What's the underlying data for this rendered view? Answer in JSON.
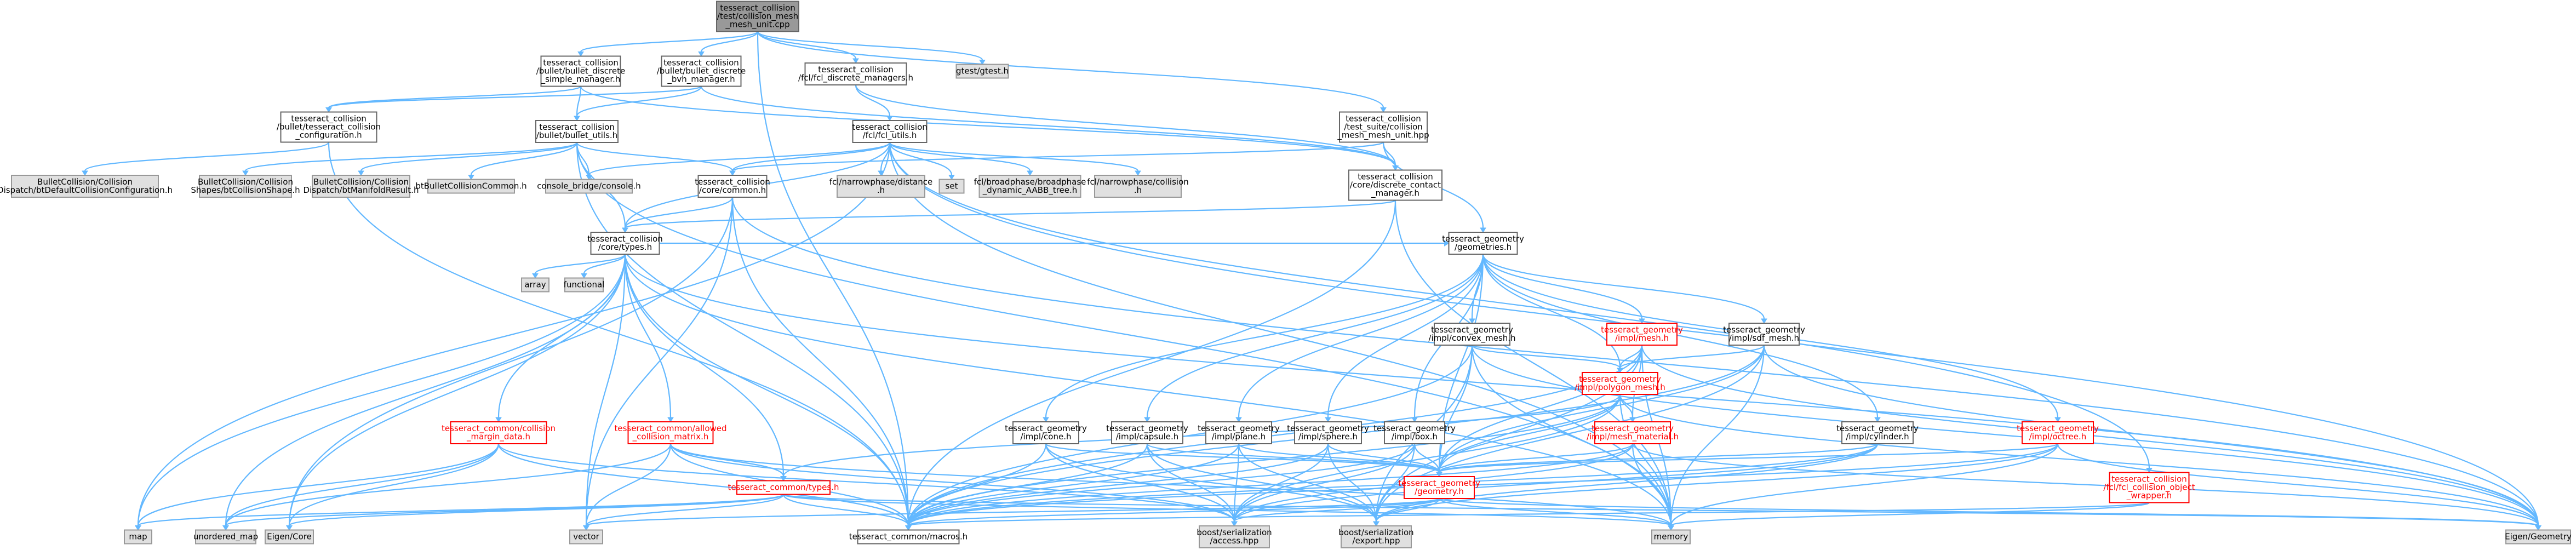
{
  "graph_kind": "doxygen include dependency graph",
  "colors": {
    "edge": "#63b8ff",
    "node_border": "#666666",
    "grey_fill": "#e0e0e0",
    "root_fill": "#999999",
    "incomplete": "#ff0000"
  },
  "nodes": [
    {
      "id": "root",
      "lines": [
        "tesseract_collision",
        "/test/collision_mesh",
        "_mesh_unit.cpp"
      ],
      "style": "root"
    },
    {
      "id": "bullet_simple",
      "lines": [
        "tesseract_collision",
        "/bullet/bullet_discrete",
        "_simple_manager.h"
      ],
      "style": "white"
    },
    {
      "id": "bullet_bvh",
      "lines": [
        "tesseract_collision",
        "/bullet/bullet_discrete",
        "_bvh_manager.h"
      ],
      "style": "white"
    },
    {
      "id": "fcl_managers",
      "lines": [
        "tesseract_collision",
        "/fcl/fcl_discrete_managers.h"
      ],
      "style": "white"
    },
    {
      "id": "gtest",
      "lines": [
        "gtest/gtest.h"
      ],
      "style": "grey"
    },
    {
      "id": "tesseract_config",
      "lines": [
        "tesseract_collision",
        "/bullet/tesseract_collision",
        "_configuration.h"
      ],
      "style": "white"
    },
    {
      "id": "bullet_utils",
      "lines": [
        "tesseract_collision",
        "/bullet/bullet_utils.h"
      ],
      "style": "white"
    },
    {
      "id": "fcl_utils",
      "lines": [
        "tesseract_collision",
        "/fcl/fcl_utils.h"
      ],
      "style": "white"
    },
    {
      "id": "test_suite",
      "lines": [
        "tesseract_collision",
        "/test_suite/collision",
        "_mesh_mesh_unit.hpp"
      ],
      "style": "white"
    },
    {
      "id": "bt_default",
      "lines": [
        "BulletCollision/Collision",
        "Dispatch/btDefaultCollisionConfiguration.h"
      ],
      "style": "grey"
    },
    {
      "id": "bt_shape",
      "lines": [
        "BulletCollision/Collision",
        "Shapes/btCollisionShape.h"
      ],
      "style": "grey"
    },
    {
      "id": "bt_manifold",
      "lines": [
        "BulletCollision/Collision",
        "Dispatch/btManifoldResult.h"
      ],
      "style": "grey"
    },
    {
      "id": "bt_common",
      "lines": [
        "btBulletCollisionCommon.h"
      ],
      "style": "grey"
    },
    {
      "id": "console_bridge",
      "lines": [
        "console_bridge/console.h"
      ],
      "style": "grey"
    },
    {
      "id": "core_common",
      "lines": [
        "tesseract_collision",
        "/core/common.h"
      ],
      "style": "white"
    },
    {
      "id": "fcl_distance",
      "lines": [
        "fcl/narrowphase/distance",
        ".h"
      ],
      "style": "grey"
    },
    {
      "id": "set",
      "lines": [
        "set"
      ],
      "style": "grey"
    },
    {
      "id": "fcl_broadphase",
      "lines": [
        "fcl/broadphase/broadphase",
        "_dynamic_AABB_tree.h"
      ],
      "style": "grey"
    },
    {
      "id": "fcl_collision",
      "lines": [
        "fcl/narrowphase/collision",
        ".h"
      ],
      "style": "grey"
    },
    {
      "id": "discrete_contact",
      "lines": [
        "tesseract_collision",
        "/core/discrete_contact",
        "_manager.h"
      ],
      "style": "white"
    },
    {
      "id": "core_types",
      "lines": [
        "tesseract_collision",
        "/core/types.h"
      ],
      "style": "white"
    },
    {
      "id": "array",
      "lines": [
        "array"
      ],
      "style": "grey"
    },
    {
      "id": "functional",
      "lines": [
        "functional"
      ],
      "style": "grey"
    },
    {
      "id": "geometries",
      "lines": [
        "tesseract_geometry",
        "/geometries.h"
      ],
      "style": "white"
    },
    {
      "id": "convex_mesh",
      "lines": [
        "tesseract_geometry",
        "/impl/convex_mesh.h"
      ],
      "style": "white"
    },
    {
      "id": "mesh",
      "lines": [
        "tesseract_geometry",
        "/impl/mesh.h"
      ],
      "style": "red"
    },
    {
      "id": "sdf_mesh",
      "lines": [
        "tesseract_geometry",
        "/impl/sdf_mesh.h"
      ],
      "style": "white"
    },
    {
      "id": "polygon_mesh",
      "lines": [
        "tesseract_geometry",
        "/impl/polygon_mesh.h"
      ],
      "style": "red"
    },
    {
      "id": "margin_data",
      "lines": [
        "tesseract_common/collision",
        "_margin_data.h"
      ],
      "style": "red"
    },
    {
      "id": "allowed_matrix",
      "lines": [
        "tesseract_common/allowed",
        "_collision_matrix.h"
      ],
      "style": "red"
    },
    {
      "id": "cone",
      "lines": [
        "tesseract_geometry",
        "/impl/cone.h"
      ],
      "style": "white"
    },
    {
      "id": "capsule",
      "lines": [
        "tesseract_geometry",
        "/impl/capsule.h"
      ],
      "style": "white"
    },
    {
      "id": "plane",
      "lines": [
        "tesseract_geometry",
        "/impl/plane.h"
      ],
      "style": "white"
    },
    {
      "id": "sphere",
      "lines": [
        "tesseract_geometry",
        "/impl/sphere.h"
      ],
      "style": "white"
    },
    {
      "id": "box",
      "lines": [
        "tesseract_geometry",
        "/impl/box.h"
      ],
      "style": "white"
    },
    {
      "id": "mesh_material",
      "lines": [
        "tesseract_geometry",
        "/impl/mesh_material.h"
      ],
      "style": "red"
    },
    {
      "id": "cylinder",
      "lines": [
        "tesseract_geometry",
        "/impl/cylinder.h"
      ],
      "style": "white"
    },
    {
      "id": "octree",
      "lines": [
        "tesseract_geometry",
        "/impl/octree.h"
      ],
      "style": "red"
    },
    {
      "id": "common_types",
      "lines": [
        "tesseract_common/types.h"
      ],
      "style": "red"
    },
    {
      "id": "geometry_h",
      "lines": [
        "tesseract_geometry",
        "/geometry.h"
      ],
      "style": "red"
    },
    {
      "id": "fcl_wrapper",
      "lines": [
        "tesseract_collision",
        "/fcl/fcl_collision_object",
        "_wrapper.h"
      ],
      "style": "red"
    },
    {
      "id": "map",
      "lines": [
        "map"
      ],
      "style": "grey"
    },
    {
      "id": "unordered_map",
      "lines": [
        "unordered_map"
      ],
      "style": "grey"
    },
    {
      "id": "eigen_core",
      "lines": [
        "Eigen/Core"
      ],
      "style": "grey"
    },
    {
      "id": "vector",
      "lines": [
        "vector"
      ],
      "style": "grey"
    },
    {
      "id": "macros",
      "lines": [
        "tesseract_common/macros.h"
      ],
      "style": "white"
    },
    {
      "id": "boost_access",
      "lines": [
        "boost/serialization",
        "/access.hpp"
      ],
      "style": "grey"
    },
    {
      "id": "boost_export",
      "lines": [
        "boost/serialization",
        "/export.hpp"
      ],
      "style": "grey"
    },
    {
      "id": "memory",
      "lines": [
        "memory"
      ],
      "style": "grey"
    },
    {
      "id": "eigen_geometry",
      "lines": [
        "Eigen/Geometry"
      ],
      "style": "grey"
    }
  ],
  "edges": [
    [
      "root",
      "bullet_simple"
    ],
    [
      "root",
      "bullet_bvh"
    ],
    [
      "root",
      "fcl_managers"
    ],
    [
      "root",
      "gtest"
    ],
    [
      "root",
      "test_suite"
    ],
    [
      "root",
      "macros"
    ],
    [
      "bullet_simple",
      "tesseract_config"
    ],
    [
      "bullet_simple",
      "bullet_utils"
    ],
    [
      "bullet_simple",
      "discrete_contact"
    ],
    [
      "bullet_bvh",
      "tesseract_config"
    ],
    [
      "bullet_bvh",
      "bullet_utils"
    ],
    [
      "bullet_bvh",
      "discrete_contact"
    ],
    [
      "fcl_managers",
      "fcl_utils"
    ],
    [
      "fcl_managers",
      "discrete_contact"
    ],
    [
      "tesseract_config",
      "bt_default"
    ],
    [
      "tesseract_config",
      "macros"
    ],
    [
      "bullet_utils",
      "bt_shape"
    ],
    [
      "bullet_utils",
      "bt_manifold"
    ],
    [
      "bullet_utils",
      "bt_common"
    ],
    [
      "bullet_utils",
      "console_bridge"
    ],
    [
      "bullet_utils",
      "core_common"
    ],
    [
      "bullet_utils",
      "core_types"
    ],
    [
      "bullet_utils",
      "macros"
    ],
    [
      "bullet_utils",
      "memory"
    ],
    [
      "fcl_utils",
      "console_bridge"
    ],
    [
      "fcl_utils",
      "core_common"
    ],
    [
      "fcl_utils",
      "fcl_distance"
    ],
    [
      "fcl_utils",
      "set"
    ],
    [
      "fcl_utils",
      "fcl_broadphase"
    ],
    [
      "fcl_utils",
      "fcl_collision"
    ],
    [
      "fcl_utils",
      "core_types"
    ],
    [
      "fcl_utils",
      "fcl_wrapper"
    ],
    [
      "fcl_utils",
      "memory"
    ],
    [
      "fcl_utils",
      "eigen_geometry"
    ],
    [
      "fcl_utils",
      "map"
    ],
    [
      "test_suite",
      "discrete_contact"
    ],
    [
      "test_suite",
      "geometries"
    ],
    [
      "test_suite",
      "core_common"
    ],
    [
      "core_common",
      "core_types"
    ],
    [
      "core_common",
      "macros"
    ],
    [
      "core_common",
      "eigen_core"
    ],
    [
      "core_common",
      "vector"
    ],
    [
      "core_common",
      "eigen_geometry"
    ],
    [
      "discrete_contact",
      "core_types"
    ],
    [
      "discrete_contact",
      "memory"
    ],
    [
      "discrete_contact",
      "macros"
    ],
    [
      "core_types",
      "array"
    ],
    [
      "core_types",
      "functional"
    ],
    [
      "core_types",
      "geometries"
    ],
    [
      "core_types",
      "margin_data"
    ],
    [
      "core_types",
      "allowed_matrix"
    ],
    [
      "core_types",
      "common_types"
    ],
    [
      "core_types",
      "map"
    ],
    [
      "core_types",
      "unordered_map"
    ],
    [
      "core_types",
      "eigen_core"
    ],
    [
      "core_types",
      "vector"
    ],
    [
      "core_types",
      "macros"
    ],
    [
      "core_types",
      "eigen_geometry"
    ],
    [
      "core_types",
      "memory"
    ],
    [
      "geometries",
      "convex_mesh"
    ],
    [
      "geometries",
      "mesh"
    ],
    [
      "geometries",
      "sdf_mesh"
    ],
    [
      "geometries",
      "polygon_mesh"
    ],
    [
      "geometries",
      "cone"
    ],
    [
      "geometries",
      "capsule"
    ],
    [
      "geometries",
      "plane"
    ],
    [
      "geometries",
      "sphere"
    ],
    [
      "geometries",
      "box"
    ],
    [
      "geometries",
      "cylinder"
    ],
    [
      "geometries",
      "octree"
    ],
    [
      "geometries",
      "geometry_h"
    ],
    [
      "convex_mesh",
      "polygon_mesh"
    ],
    [
      "convex_mesh",
      "geometry_h"
    ],
    [
      "convex_mesh",
      "macros"
    ],
    [
      "convex_mesh",
      "boost_export"
    ],
    [
      "convex_mesh",
      "memory"
    ],
    [
      "convex_mesh",
      "eigen_geometry"
    ],
    [
      "mesh",
      "polygon_mesh"
    ],
    [
      "mesh",
      "mesh_material"
    ],
    [
      "mesh",
      "geometry_h"
    ],
    [
      "mesh",
      "macros"
    ],
    [
      "mesh",
      "boost_export"
    ],
    [
      "mesh",
      "memory"
    ],
    [
      "mesh",
      "eigen_geometry"
    ],
    [
      "sdf_mesh",
      "polygon_mesh"
    ],
    [
      "sdf_mesh",
      "geometry_h"
    ],
    [
      "sdf_mesh",
      "macros"
    ],
    [
      "sdf_mesh",
      "boost_export"
    ],
    [
      "sdf_mesh",
      "memory"
    ],
    [
      "sdf_mesh",
      "eigen_geometry"
    ],
    [
      "polygon_mesh",
      "mesh_material"
    ],
    [
      "polygon_mesh",
      "geometry_h"
    ],
    [
      "polygon_mesh",
      "common_types"
    ],
    [
      "polygon_mesh",
      "macros"
    ],
    [
      "polygon_mesh",
      "boost_access"
    ],
    [
      "polygon_mesh",
      "memory"
    ],
    [
      "polygon_mesh",
      "eigen_geometry"
    ],
    [
      "mesh_material",
      "geometry_h"
    ],
    [
      "mesh_material",
      "macros"
    ],
    [
      "mesh_material",
      "boost_access"
    ],
    [
      "mesh_material",
      "memory"
    ],
    [
      "mesh_material",
      "eigen_geometry"
    ],
    [
      "margin_data",
      "macros"
    ],
    [
      "margin_data",
      "boost_access"
    ],
    [
      "margin_data",
      "unordered_map"
    ],
    [
      "margin_data",
      "eigen_core"
    ],
    [
      "margin_data",
      "map"
    ],
    [
      "allowed_matrix",
      "common_types"
    ],
    [
      "allowed_matrix",
      "macros"
    ],
    [
      "allowed_matrix",
      "boost_access"
    ],
    [
      "allowed_matrix",
      "vector"
    ],
    [
      "allowed_matrix",
      "memory"
    ],
    [
      "allowed_matrix",
      "unordered_map"
    ],
    [
      "cone",
      "geometry_h"
    ],
    [
      "cone",
      "macros"
    ],
    [
      "cone",
      "boost_access"
    ],
    [
      "cone",
      "boost_export"
    ],
    [
      "capsule",
      "geometry_h"
    ],
    [
      "capsule",
      "macros"
    ],
    [
      "capsule",
      "boost_access"
    ],
    [
      "capsule",
      "boost_export"
    ],
    [
      "plane",
      "geometry_h"
    ],
    [
      "plane",
      "macros"
    ],
    [
      "plane",
      "boost_access"
    ],
    [
      "plane",
      "boost_export"
    ],
    [
      "sphere",
      "geometry_h"
    ],
    [
      "sphere",
      "macros"
    ],
    [
      "sphere",
      "boost_access"
    ],
    [
      "sphere",
      "boost_export"
    ],
    [
      "box",
      "geometry_h"
    ],
    [
      "box",
      "macros"
    ],
    [
      "box",
      "boost_access"
    ],
    [
      "box",
      "boost_export"
    ],
    [
      "cylinder",
      "geometry_h"
    ],
    [
      "cylinder",
      "macros"
    ],
    [
      "cylinder",
      "boost_access"
    ],
    [
      "cylinder",
      "boost_export"
    ],
    [
      "octree",
      "geometry_h"
    ],
    [
      "octree",
      "macros"
    ],
    [
      "octree",
      "boost_export"
    ],
    [
      "octree",
      "memory"
    ],
    [
      "octree",
      "eigen_geometry"
    ],
    [
      "geometry_h",
      "macros"
    ],
    [
      "geometry_h",
      "boost_access"
    ],
    [
      "geometry_h",
      "boost_export"
    ],
    [
      "geometry_h",
      "memory"
    ],
    [
      "geometry_h",
      "vector"
    ],
    [
      "geometry_h",
      "eigen_geometry"
    ],
    [
      "common_types",
      "macros"
    ],
    [
      "common_types",
      "vector"
    ],
    [
      "common_types",
      "map"
    ],
    [
      "common_types",
      "unordered_map"
    ],
    [
      "common_types",
      "eigen_core"
    ],
    [
      "common_types",
      "memory"
    ],
    [
      "common_types",
      "eigen_geometry"
    ],
    [
      "fcl_wrapper",
      "macros"
    ],
    [
      "fcl_wrapper",
      "memory"
    ]
  ]
}
